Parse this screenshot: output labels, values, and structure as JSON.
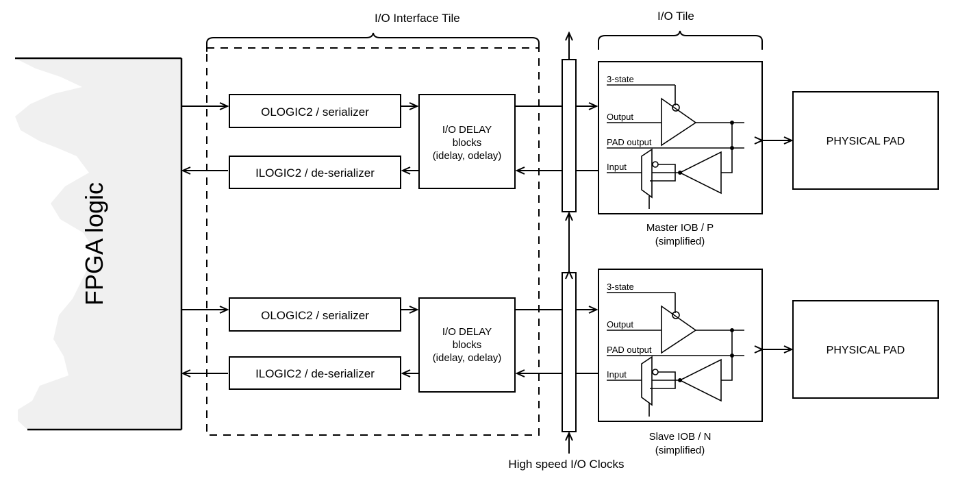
{
  "diagram": {
    "title_io_interface_tile": "I/O Interface Tile",
    "title_io_tile": "I/O Tile",
    "fpga_logic_label": "FPGA logic",
    "clocks_label": "High speed I/O Clocks",
    "colors": {
      "line": "#000000",
      "fpga_fill": "#f0f0f0",
      "background": "#ffffff"
    }
  },
  "rows": [
    {
      "id": "master",
      "ologic_label": "OLOGIC2 / serializer",
      "ilogic_label": "ILOGIC2 / de-serializer",
      "delay_line1": "I/O DELAY",
      "delay_line2": "blocks",
      "delay_line3": "(idelay, odelay)",
      "iob_pins": {
        "tristate": "3-state",
        "output": "Output",
        "pad_output": "PAD output",
        "input": "Input"
      },
      "iob_caption_line1": "Master IOB / P",
      "iob_caption_line2": "(simplified)",
      "pad_label": "PHYSICAL PAD"
    },
    {
      "id": "slave",
      "ologic_label": "OLOGIC2 / serializer",
      "ilogic_label": "ILOGIC2 / de-serializer",
      "delay_line1": "I/O DELAY",
      "delay_line2": "blocks",
      "delay_line3": "(idelay, odelay)",
      "iob_pins": {
        "tristate": "3-state",
        "output": "Output",
        "pad_output": "PAD output",
        "input": "Input"
      },
      "iob_caption_line1": "Slave IOB / N",
      "iob_caption_line2": "(simplified)",
      "pad_label": "PHYSICAL PAD"
    }
  ]
}
